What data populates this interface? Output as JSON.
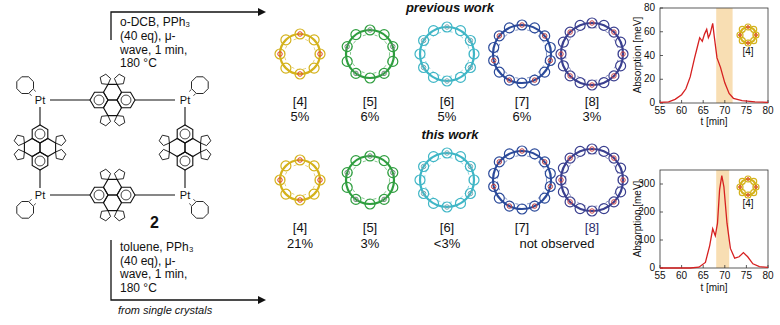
{
  "diagram": {
    "nodes": [
      {
        "text": [
          "2"
        ]
      },
      {
        "text": [
          "previous work"
        ]
      },
      {
        "text": [
          "this work"
        ]
      }
    ],
    "edges": [
      {
        "from": 0,
        "to": 1,
        "arrow": "to",
        "label": "o-DCB, PPh₃ (40 eq), μ-wave, 1 min, 180 °C"
      },
      {
        "from": 0,
        "to": 2,
        "arrow": "to",
        "label": "toluene, PPh₃ (40 eq), μ-wave, 1 min, 180 °C"
      }
    ],
    "labels": [
      "Pt",
      "Pt",
      "Pt",
      "Pt",
      "[4]",
      "[5]",
      "[6]",
      "[7]",
      "[8]",
      "5%",
      "6%",
      "5%",
      "6%",
      "3%",
      "[4]",
      "[5]",
      "[6]",
      "[7]",
      "[8]",
      "21%",
      "3%",
      "<3%",
      "not observed",
      "from single crystals",
      "Absorption [meV]",
      "80",
      "60",
      "40",
      "20",
      "0",
      "55",
      "60",
      "65",
      "70",
      "75",
      "80",
      "t [min]",
      "[4]",
      "Absorption [meV]",
      "300",
      "200",
      "100",
      "0",
      "55",
      "60",
      "65",
      "70",
      "75",
      "80",
      "t [min]",
      "[4]"
    ]
  }
}
